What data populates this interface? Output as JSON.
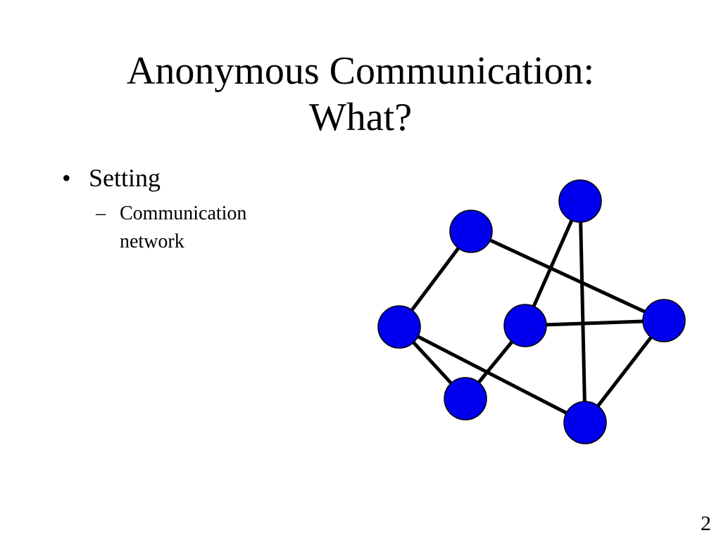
{
  "slide": {
    "title_line1": "Anonymous Communication:",
    "title_line2": "What?",
    "bullet": {
      "marker": "•",
      "text": "Setting",
      "sub_marker": "–",
      "sub_text_line1": "Communication",
      "sub_text_line2": "network"
    },
    "page_number": "2"
  },
  "diagram": {
    "node_color": "#0000ee",
    "node_outline": "#000000",
    "edge_color": "#000000",
    "nodes": [
      "n1",
      "n2",
      "n3",
      "n4",
      "n5",
      "n6",
      "n7"
    ],
    "edges": [
      [
        "n2",
        "n3"
      ],
      [
        "n2",
        "n5"
      ],
      [
        "n1",
        "n4"
      ],
      [
        "n1",
        "n7"
      ],
      [
        "n3",
        "n6"
      ],
      [
        "n3",
        "n7"
      ],
      [
        "n4",
        "n5"
      ],
      [
        "n4",
        "n6"
      ],
      [
        "n5",
        "n7"
      ]
    ]
  }
}
